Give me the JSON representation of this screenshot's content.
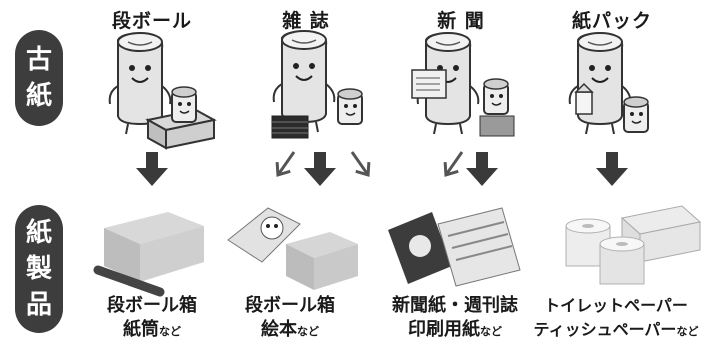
{
  "side_labels": {
    "top": [
      "古",
      "紙"
    ],
    "bottom": [
      "紙",
      "製",
      "品"
    ]
  },
  "categories": [
    {
      "label": "段ボール"
    },
    {
      "label": "雑 誌"
    },
    {
      "label": "新 聞"
    },
    {
      "label": "紙パック"
    }
  ],
  "results": [
    {
      "line1": "段ボール箱",
      "line2": "紙筒",
      "suffix": "など"
    },
    {
      "line1": "段ボール箱",
      "line2": "絵本",
      "suffix": "など"
    },
    {
      "line1": "新聞紙・週刊誌",
      "line2": "印刷用紙",
      "suffix": "など"
    },
    {
      "line1": "トイレットペーパー",
      "line2": "ティッシュペーパー",
      "suffix": "など"
    }
  ]
}
